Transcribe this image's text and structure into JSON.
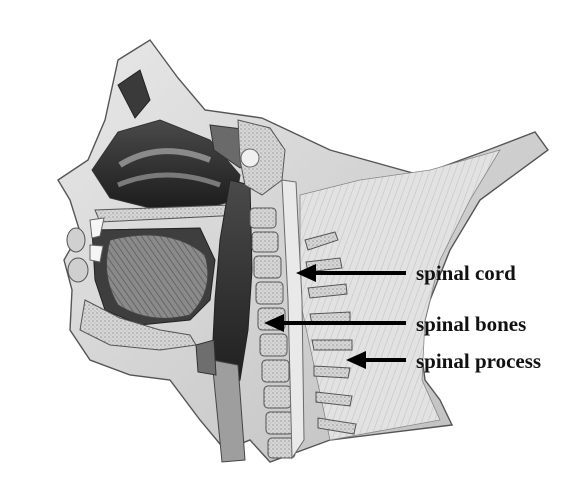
{
  "labels": {
    "spinal_cord": "spinal cord",
    "spinal_bones": "spinal bones",
    "spinal_process": "spinal process"
  }
}
